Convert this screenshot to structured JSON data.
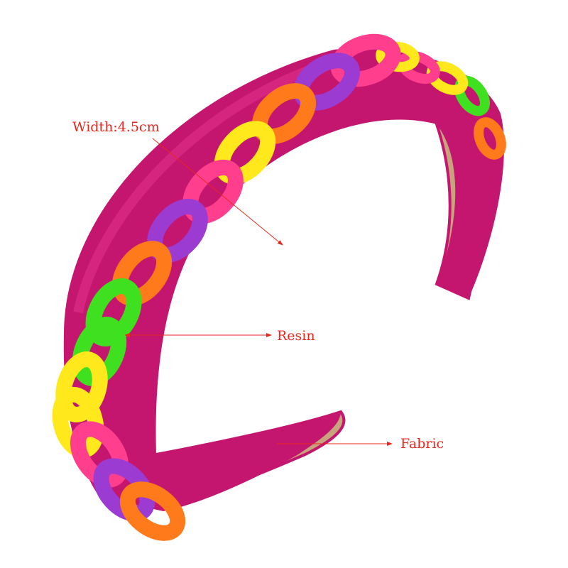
{
  "annotations": {
    "width_label": "Width:4.5cm",
    "resin_label": "Resin",
    "fabric_label": "Fabric"
  },
  "colors": {
    "band": "#c5166f",
    "band_light": "#e0308a",
    "fabric": "#c9a27e",
    "annotation": "#e8281e",
    "chain": [
      "#ffe81c",
      "#ff3f8e",
      "#9b3bd1",
      "#ff7a1a",
      "#3ee01f"
    ]
  }
}
